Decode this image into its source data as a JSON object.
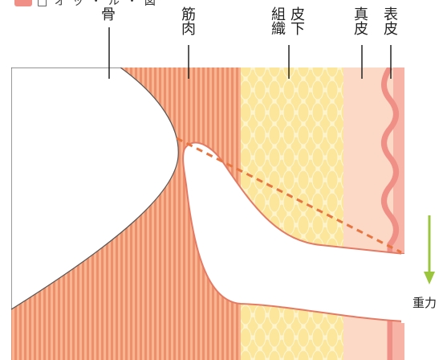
{
  "header": {
    "partial_title": "□ オ ッ ・ ル ・ 図"
  },
  "labels": {
    "bone": "骨",
    "muscle": "筋\n肉",
    "subcutaneous": "組\n織",
    "subcutaneous_top": "皮\n下",
    "dermis": "真\n皮",
    "epidermis": "表\n皮",
    "gravity": "重力"
  },
  "colors": {
    "muscle": "#f4a27e",
    "muscle_stripe": "#f8c4a8",
    "fat": "#fdf0c4",
    "fat_cell": "#fbe49a",
    "dermis": "#fbd6c2",
    "epidermis": "#f39d93",
    "outline": "#e57a64",
    "dashed": "#e8753f",
    "gravity_arrow": "#9bc53d",
    "bone": "#ffffff"
  }
}
